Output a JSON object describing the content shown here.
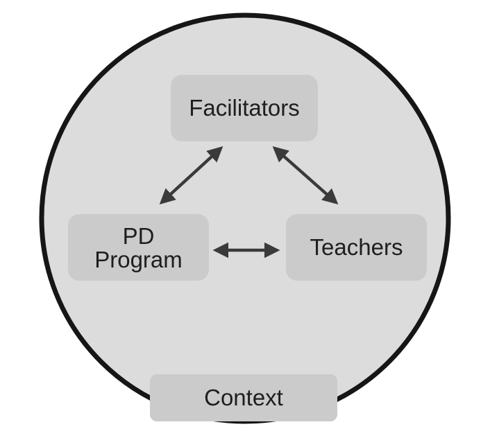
{
  "nodes": {
    "facilitators": "Facilitators",
    "pd_line1": "PD",
    "pd_line2": "Program",
    "teachers": "Teachers",
    "context": "Context"
  },
  "colors": {
    "circle_fill": "#dcdcdd",
    "circle_stroke": "#161616",
    "node_fill": "#cbcbcc",
    "arrow": "#3a3a3a",
    "text": "#1e1e1e"
  }
}
